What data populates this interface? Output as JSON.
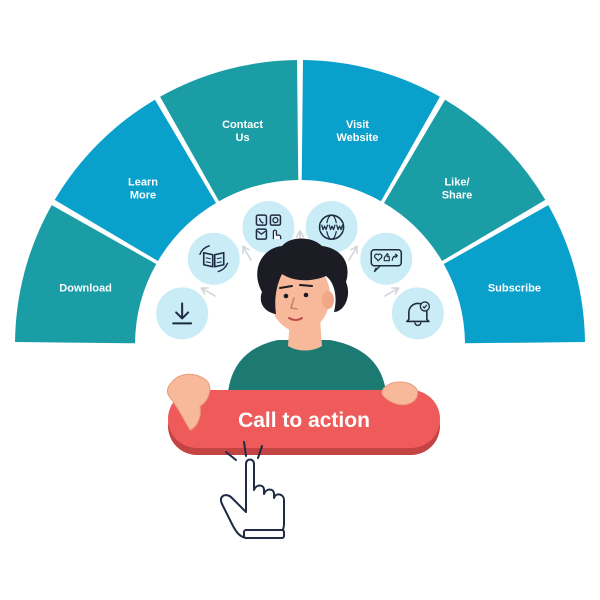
{
  "segments": [
    {
      "id": "download",
      "lines": [
        "Download"
      ],
      "icon": "download-icon",
      "color": "#1b9da6"
    },
    {
      "id": "learn",
      "lines": [
        "Learn",
        "More"
      ],
      "icon": "book-icon",
      "color": "#0aa0cc"
    },
    {
      "id": "contact",
      "lines": [
        "Contact",
        "Us"
      ],
      "icon": "contact-icon",
      "color": "#1b9da6"
    },
    {
      "id": "visit",
      "lines": [
        "Visit",
        "Website"
      ],
      "icon": "globe-icon",
      "color": "#0aa0cc"
    },
    {
      "id": "like",
      "lines": [
        "Like/",
        "Share"
      ],
      "icon": "like-share-icon",
      "color": "#1b9da6"
    },
    {
      "id": "subscribe",
      "lines": [
        "Subscribe"
      ],
      "icon": "bell-icon",
      "color": "#0aa0cc"
    }
  ],
  "cta": {
    "label": "Call to action",
    "color": "#ef5a5a"
  },
  "colors": {
    "icon_bg": "#c9ecf6",
    "icon_stroke": "#1f2a44",
    "arrow": "#d0d3d8",
    "shirt": "#1d7a72",
    "hair": "#1c1c24",
    "skin": "#f7b99a"
  }
}
